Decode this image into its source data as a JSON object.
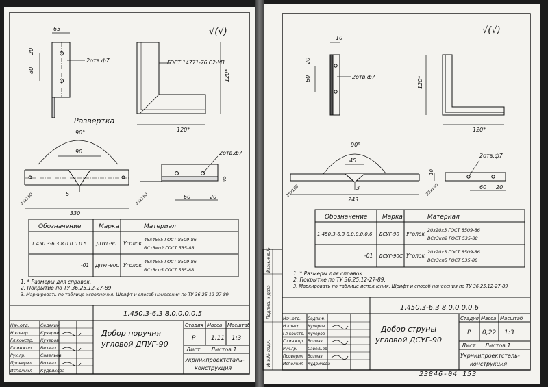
{
  "left": {
    "roughness": "√(√)",
    "dims": {
      "w65": "65",
      "h20": "20",
      "h80": "80",
      "hole": "2отв.ф7",
      "gost": "ГОСТ 14771-76 С2-УП",
      "h120": "120*",
      "w120": "120*",
      "angle": "90°",
      "w90": "90",
      "d5": "5",
      "d330": "330",
      "sizeL": "25х160",
      "sizeR": "25х160",
      "w60": "60",
      "w20": "20",
      "h45": "45",
      "hole2": "2отв.ф7"
    },
    "development_label": "Развертка",
    "spec": {
      "headers": [
        "Обозначение",
        "Марка",
        "Материал"
      ],
      "rows": [
        {
          "designation": "1.450.3-6.3 8.0.0.0.0.5",
          "mark": "ДПУГ-90",
          "profile": "Уголок",
          "material_top": "45х45х5 ГОСТ 8509-86",
          "material_bottom": "ВСт3кп2 ГОСТ 535-88"
        },
        {
          "designation": "-01",
          "mark": "ДПУГ-90С",
          "profile": "Уголок",
          "material_top": "45х45х5 ГОСТ 8509-86",
          "material_bottom": "ВСт3сп5 ГОСТ 535-88"
        }
      ]
    },
    "notes": [
      "1. * Размеры для справок.",
      "2. Покрытие по ТУ 36.25.12-27-89.",
      "3. Маркировать по таблице исполнения. Шрифт и способ нанесения по ТУ 36.25.12-27-89"
    ],
    "titleblock": {
      "code": "1.450.3-6.3 8.0.0.0.0.5",
      "title_line1": "Добор поручня",
      "title_line2": "угловой ДПУГ-90",
      "col_stage": "Стадия",
      "col_mass": "Масса",
      "col_scale": "Масштаб",
      "stage": "Р",
      "mass": "1,11",
      "scale": "1:3",
      "sheet": "Лист",
      "sheets": "Листов 1",
      "org_line1": "Укрниипроектсталь-",
      "org_line2": "конструкция",
      "roles": [
        "Нач.отд.",
        "Н.контр.",
        "Гл.констр.",
        "Гл.инжпр.",
        "Рук.гр.",
        "Проверил",
        "Исполнил"
      ],
      "names": [
        "Седякин",
        "Кучеров",
        "Кучеров",
        "Везмаз",
        "Савельев",
        "Возмаз",
        "Кудрикова"
      ]
    }
  },
  "right": {
    "roughness": "√(√)",
    "dims": {
      "w10": "10",
      "h20": "20",
      "h60": "60",
      "hole": "2отв.ф7",
      "h120": "120*",
      "w120": "120*",
      "angle": "90°",
      "w45": "45",
      "d3": "3",
      "d243": "243",
      "sizeL": "25х160",
      "sizeR": "25х160",
      "hole2": "2отв.ф7",
      "h10": "10",
      "w60": "60",
      "w20": "20"
    },
    "spec": {
      "headers": [
        "Обозначение",
        "Марка",
        "Материал"
      ],
      "rows": [
        {
          "designation": "1.450.3-6.3 8.0.0.0.0.6",
          "mark": "ДСУГ-90",
          "profile": "Уголок",
          "material_top": "20х20х3 ГОСТ 8509-86",
          "material_bottom": "ВСт3кп2 ГОСТ 535-88"
        },
        {
          "designation": "-01",
          "mark": "ДСУГ-90С",
          "profile": "Уголок",
          "material_top": "20х20х3 ГОСТ 8509-86",
          "material_bottom": "ВСт3сп5 ГОСТ 535-88"
        }
      ]
    },
    "notes": [
      "1. * Размеры для справок.",
      "2. Покрытие по ТУ 36.25.12-27-89.",
      "3. Маркировать по таблице исполнения. Шрифт и способ нанесения по ТУ 36.25.12-27-89"
    ],
    "side_stamp": [
      "Инв.№ подл.",
      "Подпись и дата",
      "Взам.инв.№"
    ],
    "titleblock": {
      "code": "1.450.3-6.3 8.0.0.0.0.6",
      "title_line1": "Добор струны",
      "title_line2": "угловой ДСУГ-90",
      "col_stage": "Стадия",
      "col_mass": "Масса",
      "col_scale": "Масштаб",
      "stage": "Р",
      "mass": "0,22",
      "scale": "1:3",
      "sheet": "Лист",
      "sheets": "Листов 1",
      "org_line1": "Укрниипроектсталь-",
      "org_line2": "конструкция",
      "roles": [
        "Нач.отд.",
        "Н.контр.",
        "Гл.констр.",
        "Гл.инжпр.",
        "Рук.гр.",
        "Проверил",
        "Исполнил"
      ],
      "names": [
        "Седякин",
        "Кучеров",
        "Кучеров",
        "Возмаз",
        "Савельев",
        "Возмаз",
        "Кудрикова"
      ]
    },
    "sheet_number": "23846-04   153"
  }
}
